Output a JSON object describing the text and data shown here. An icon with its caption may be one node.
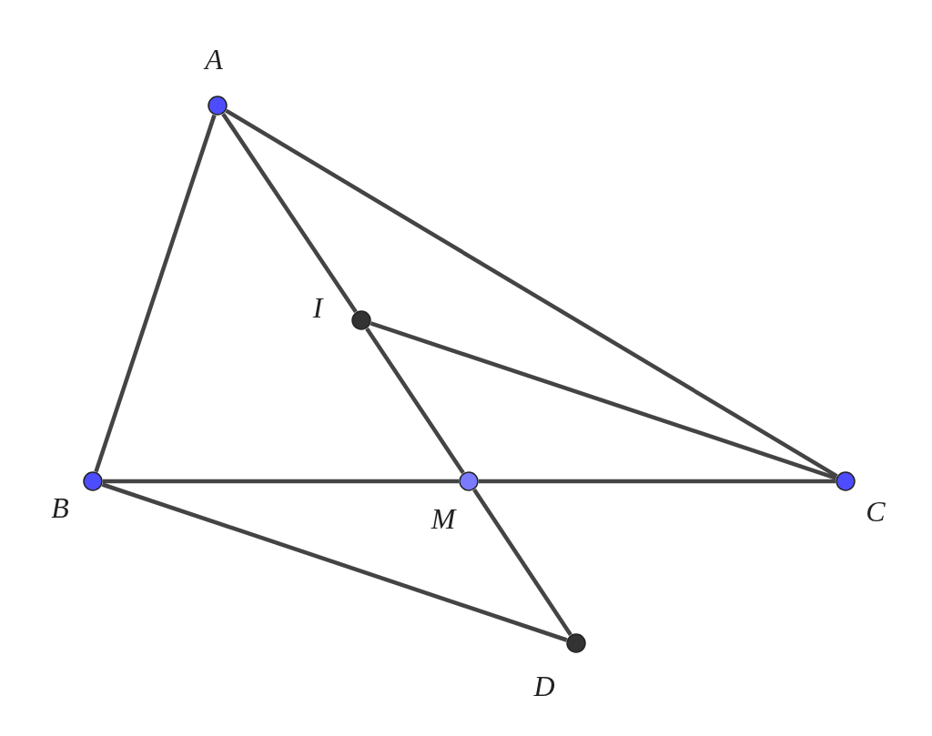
{
  "diagram": {
    "nodes": [
      {
        "text": [
          "A"
        ]
      },
      {
        "text": [
          "B"
        ]
      },
      {
        "text": [
          "C"
        ]
      },
      {
        "text": [
          "I"
        ]
      },
      {
        "text": [
          "M"
        ]
      },
      {
        "text": [
          "D"
        ]
      }
    ],
    "edges": [
      {
        "from": 0,
        "to": 1,
        "arrow": "none"
      },
      {
        "from": 0,
        "to": 2,
        "arrow": "none"
      },
      {
        "from": 0,
        "to": 3,
        "arrow": "none"
      },
      {
        "from": 3,
        "to": 2,
        "arrow": "none"
      },
      {
        "from": 3,
        "to": 4,
        "arrow": "none"
      },
      {
        "from": 1,
        "to": 4,
        "arrow": "none"
      },
      {
        "from": 4,
        "to": 2,
        "arrow": "none"
      },
      {
        "from": 4,
        "to": 5,
        "arrow": "none"
      },
      {
        "from": 1,
        "to": 5,
        "arrow": "none"
      }
    ]
  }
}
